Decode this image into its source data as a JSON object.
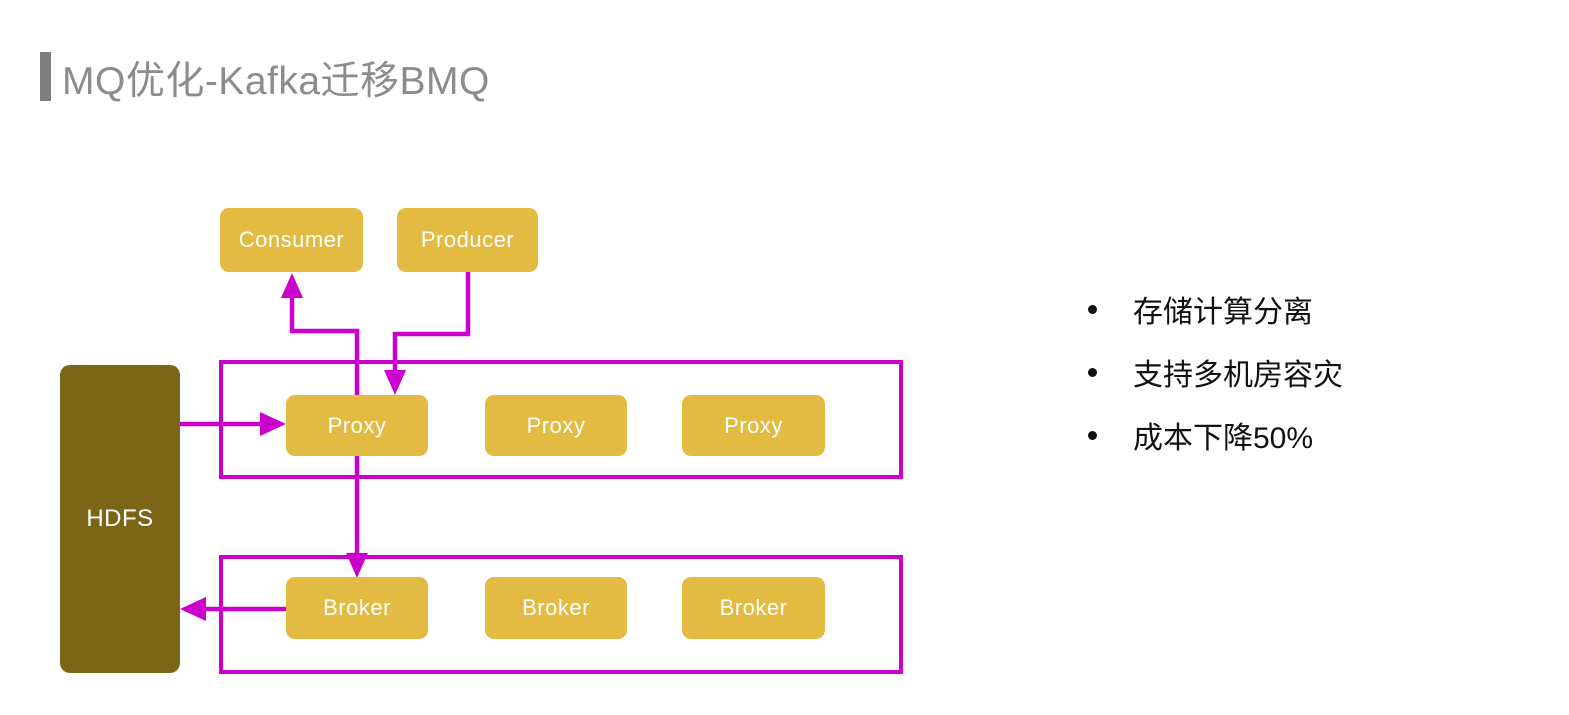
{
  "title": {
    "text": "MQ优化-Kafka迁移BMQ"
  },
  "diagram": {
    "consumer": {
      "label": "Consumer"
    },
    "producer": {
      "label": "Producer"
    },
    "hdfs": {
      "label": "HDFS"
    },
    "proxy_row": [
      "Proxy",
      "Proxy",
      "Proxy"
    ],
    "broker_row": [
      "Broker",
      "Broker",
      "Broker"
    ]
  },
  "bullets": [
    {
      "text": "存储计算分离"
    },
    {
      "text": "支持多机房容灾"
    },
    {
      "text": "成本下降50%"
    }
  ],
  "colors": {
    "node_gold": "#e3bb42",
    "hdfs_olive": "#7d6518",
    "line_magenta": "#cc00cc",
    "title_gray": "#8c8c8c",
    "bullet_black": "#111111"
  }
}
